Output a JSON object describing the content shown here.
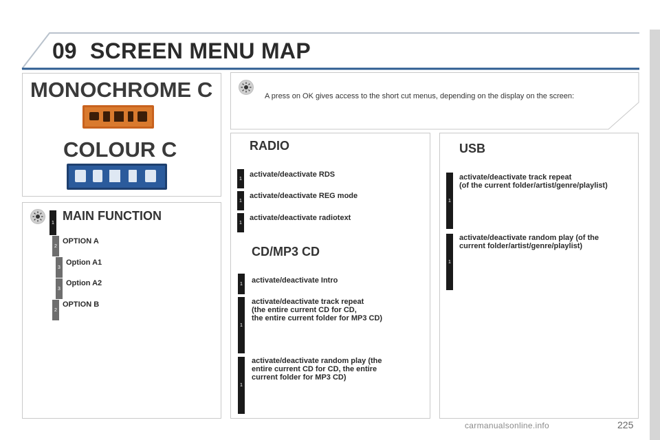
{
  "header": {
    "chapter": "09",
    "title": "SCREEN MENU MAP"
  },
  "left_panel": {
    "monochrome_title": "MONOCHROME C",
    "colour_title": "COLOUR C"
  },
  "main_function": {
    "title": "MAIN FUNCTION",
    "title_level": "1",
    "items": [
      {
        "level": "2",
        "label": "OPTION A"
      },
      {
        "level": "3",
        "label": "Option A1"
      },
      {
        "level": "3",
        "label": "Option A2"
      },
      {
        "level": "2",
        "label": "OPTION B"
      }
    ]
  },
  "intro_text": "A press on OK gives access to the short cut menus, depending on the display on the screen:",
  "radio": {
    "title": "RADIO",
    "items": [
      {
        "level": "1",
        "label": "activate/deactivate RDS"
      },
      {
        "level": "1",
        "label": "activate/deactivate REG mode"
      },
      {
        "level": "1",
        "label": "activate/deactivate radiotext"
      }
    ]
  },
  "cdmp3": {
    "title": "CD/MP3 CD",
    "items": [
      {
        "level": "1",
        "label": "activate/deactivate Intro"
      },
      {
        "level": "1",
        "label": "activate/deactivate track repeat\n(the entire current CD for CD,\nthe entire current folder for MP3 CD)"
      },
      {
        "level": "1",
        "label": "activate/deactivate random play (the\nentire current CD for CD, the entire\ncurrent folder for MP3 CD)"
      }
    ]
  },
  "usb": {
    "title": "USB",
    "items": [
      {
        "level": "1",
        "label": "activate/deactivate track repeat\n(of the current folder/artist/genre/playlist)"
      },
      {
        "level": "1",
        "label": "activate/deactivate random play (of the\ncurrent folder/artist/genre/playlist)"
      }
    ]
  },
  "page_number": "225",
  "watermark": "carmanualsonline.info",
  "colors": {
    "mono_screen": "#c8621e",
    "colour_screen": "#2b5b9c",
    "tag": "#1a1a1a",
    "tag_gray": "#6e6e6e"
  }
}
